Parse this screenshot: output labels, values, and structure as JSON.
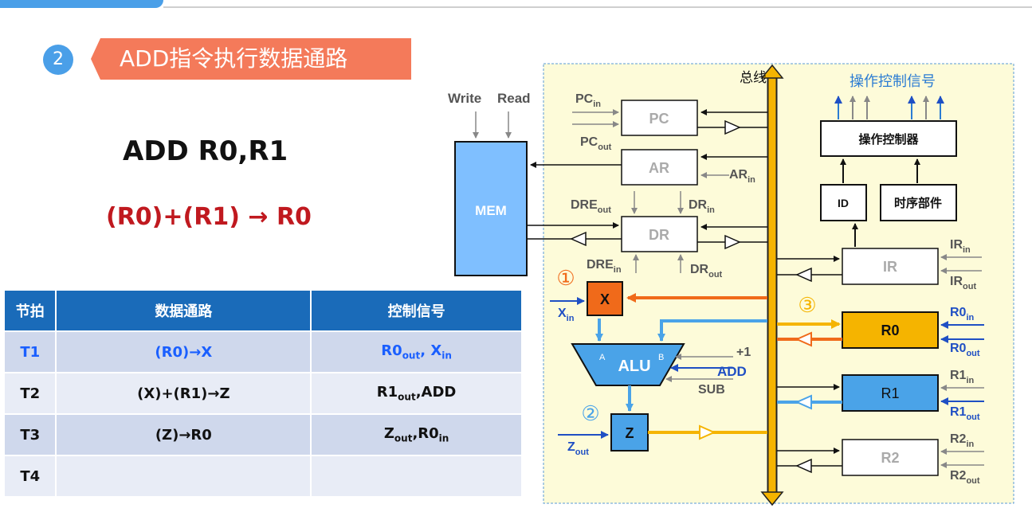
{
  "section": {
    "number": "2",
    "title": "ADD指令执行数据通路"
  },
  "instruction": "ADD R0,R1",
  "formula": "(R0)+(R1) → R0",
  "table": {
    "headers": [
      "节拍",
      "数据通路",
      "控制信号"
    ],
    "rows": [
      {
        "tick": "T1",
        "path": "(R0)→X",
        "signal_a": "R0",
        "signal_a_sub": "out",
        "signal_sep": ", ",
        "signal_b": "X",
        "signal_b_sub": "in"
      },
      {
        "tick": "T2",
        "path": "(X)+(R1)→Z",
        "signal_a": "R1",
        "signal_a_sub": "out",
        "signal_sep": ",",
        "signal_b": "ADD",
        "signal_b_sub": ""
      },
      {
        "tick": "T3",
        "path": "(Z)→R0",
        "signal_a": "Z",
        "signal_a_sub": "out",
        "signal_sep": ",",
        "signal_b": "R0",
        "signal_b_sub": "in"
      },
      {
        "tick": "T4",
        "path": "",
        "signal_a": "",
        "signal_a_sub": "",
        "signal_sep": "",
        "signal_b": "",
        "signal_b_sub": ""
      }
    ]
  },
  "diagram": {
    "bus_label": "总线",
    "op_signals_label": "操作控制信号",
    "controller_label": "操作控制器",
    "id_label": "ID",
    "timing_label": "时序部件",
    "mem_label": "MEM",
    "write_label": "Write",
    "read_label": "Read",
    "pc_label": "PC",
    "ar_label": "AR",
    "dr_label": "DR",
    "ir_label": "IR",
    "x_label": "X",
    "z_label": "Z",
    "alu_label": "ALU",
    "alu_a": "A",
    "alu_b": "B",
    "r0_label": "R0",
    "r1_label": "R1",
    "r2_label": "R2",
    "plus1": "+1",
    "add": "ADD",
    "sub_op": "SUB",
    "steps": [
      "①",
      "②",
      "③"
    ],
    "signals": {
      "pc_in": [
        "PC",
        "in"
      ],
      "pc_out": [
        "PC",
        "out"
      ],
      "ar_in": [
        "AR",
        "in"
      ],
      "dre_out": [
        "DRE",
        "out"
      ],
      "dr_in": [
        "DR",
        "in"
      ],
      "dre_in": [
        "DRE",
        "in"
      ],
      "dr_out": [
        "DR",
        "out"
      ],
      "x_in": [
        "X",
        "in"
      ],
      "z_out": [
        "Z",
        "out"
      ],
      "ir_in": [
        "IR",
        "in"
      ],
      "ir_out": [
        "IR",
        "out"
      ],
      "r0_in": [
        "R0",
        "in"
      ],
      "r0_out": [
        "R0",
        "out"
      ],
      "r1_in": [
        "R1",
        "in"
      ],
      "r1_out": [
        "R1",
        "out"
      ],
      "r2_in": [
        "R2",
        "in"
      ],
      "r2_out": [
        "R2",
        "out"
      ]
    }
  }
}
